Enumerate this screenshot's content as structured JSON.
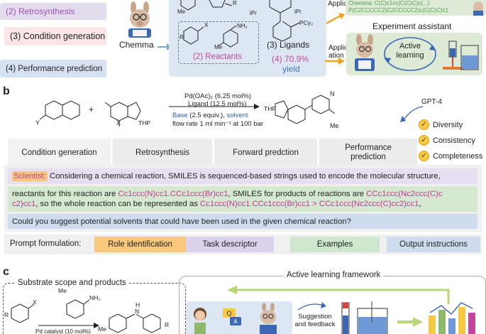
{
  "panel_a": {
    "chips": {
      "retrosynthesis": "(2) Retrosynthesis",
      "condition": "(3) Condition generation",
      "performance": "(4) Performance prediction"
    },
    "chemma_label": "Chemma",
    "ligands_label": "(3) Ligands",
    "reactants_label": "(2) Reactants",
    "yield_value": "(4) 70.9%",
    "yield_word": "yield",
    "iPr_label": "iPr",
    "pcy2_label": "PCy₂",
    "me_label": "Me",
    "x_label": "X",
    "r_label": "R",
    "nh2_label": "NH₂",
    "application1": "Applic... 1",
    "application2": "Applic-\nation 2",
    "smiles_line1": "Chemma: C(C)c1cc(C(C)C)c(...)",
    "smiles_line2": "P(C2CCCCC2)C2CCCCC2)c(C(C)C)c1",
    "experiment_title": "Experiment assistant",
    "active_learning": "Active\nlearning"
  },
  "panel_b": {
    "label": "b",
    "reaction": {
      "catalyst": "Pd(OAc)₂ (6.25 mol%)",
      "ligand": "Ligand (12.5 mol%)",
      "base_word": "Base",
      "base_rest": " (2.5 equiv.), ",
      "solvent_word": "solvent",
      "flow": "flow rate 1 ml min⁻¹ at 100 bar",
      "plus": "+",
      "y_label": "Y",
      "x_label": "X",
      "thp_label": "THP",
      "thp_prod": "THP",
      "me_prod": "Me",
      "n_label": "N"
    },
    "gpt4": "GPT-4",
    "checks": [
      "Diversity",
      "Consistency",
      "Completeness"
    ],
    "tabs": [
      "Condition generation",
      "Retrosynthesis",
      "Forward predction",
      "Performance\nprediction"
    ],
    "scientist_label": "Scientist:",
    "line1": "Considering a chemical reaction, SMILES is sequenced-based strings used to encode the molecular structure,",
    "line2_a": "reactants for this reaction are ",
    "line2_b": "Cc1ccc(N)cc1.CCc1ccc(Br)cc1",
    "line2_c": ", SMILES for products of reactions are ",
    "line2_d": "CCc1ccc(Nc2ccc(C)c",
    "line2_e": "c2)cc1",
    "line2_f": ", so the whole reaction can be represented as ",
    "line2_g": "Cc1ccc(N)cc1.CCc1ccc(Br)cc1 > CCc1ccc(Nc2ccc(C)cc2)cc1",
    "line2_h": ",",
    "line3": "Could you suggest potential solvents that could have been used in the given chemical reaction?",
    "prompt_label": "Prompt formulation:",
    "prompt_tags": [
      "Role identification",
      "Task descriptor",
      "Examples",
      "Output instructions"
    ]
  },
  "panel_c": {
    "label": "c",
    "substrate_title": "Substrate scope and products",
    "framework_title": "Active learning framework",
    "suggestion": "Suggestion\nand feedback",
    "catalyst_partial": "Pd catalyst (10 mol%)",
    "me_label": "Me",
    "nh2_label": "NH₂",
    "x_label": "X",
    "r_label": "R",
    "h_label": "H",
    "n_label": "N"
  },
  "colors": {
    "chip_purple": "#e3dcef",
    "chip_pink": "#fbe5e6",
    "chip_blue": "#d6e1f1",
    "panel_bg": "#dde6f3",
    "exp_bg": "#dcead6",
    "role_orange": "#f9c87c",
    "task_purple": "#dcd2ec",
    "examples_green": "#cfe6cf",
    "output_blue": "#cfdcf0",
    "arrow_green": "#b7d67a",
    "check_yellow": "#f2b51d"
  }
}
